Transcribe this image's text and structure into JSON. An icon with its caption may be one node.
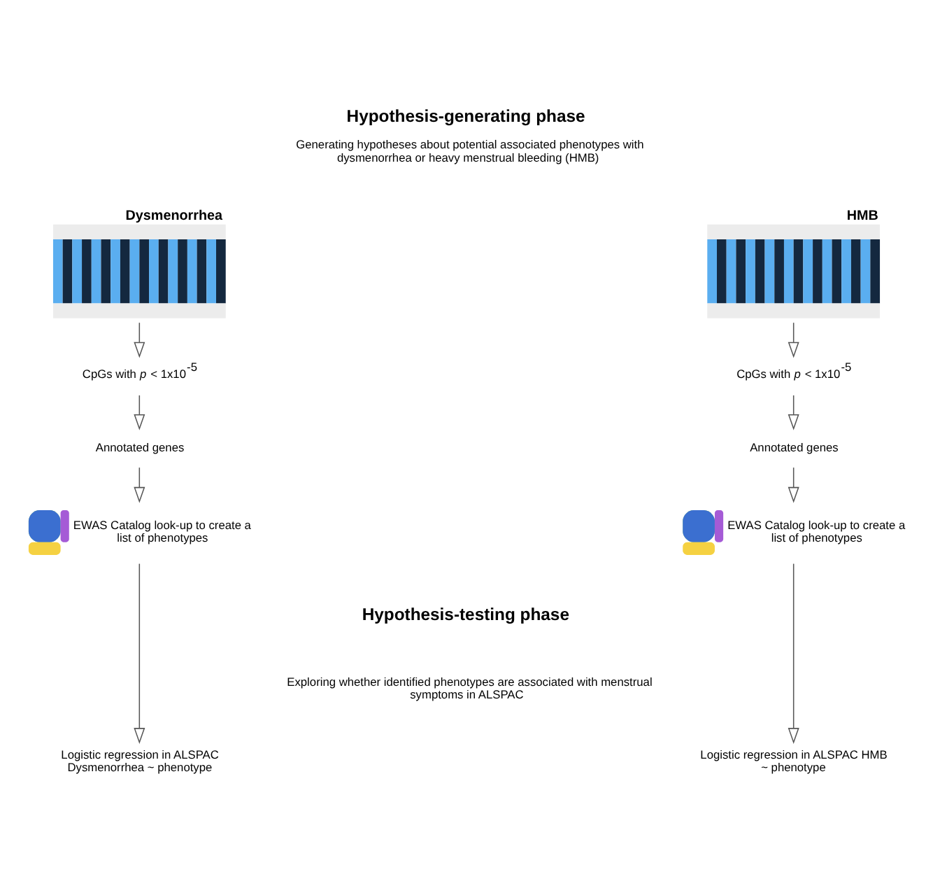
{
  "diagram": {
    "title": "Hypothesis-generating phase",
    "nodes": [
      {
        "text": [
          "Dysmenorrhea"
        ]
      },
      {
        "text": [
          "HMB"
        ]
      },
      {
        "text": [
          "CpGs with *p* < 1x10$^{-5}$"
        ]
      },
      {
        "text": [
          "CpGs with *p* < 1x10$^{-5}$"
        ]
      },
      {
        "text": [
          "Annotated genes"
        ]
      },
      {
        "text": [
          "Annotated genes"
        ]
      },
      {
        "text": [
          "EWAS Catalog look-up to create a list of phenotypes"
        ]
      },
      {
        "text": [
          "EWAS Catalog look-up to create a list of phenotypes"
        ]
      },
      {
        "text": [
          "Logistic regression in ALSPAC Dysmenorrhea ~ phenotype"
        ]
      },
      {
        "text": [
          "Logistic regression in ALSPAC HMB ~ phenotype"
        ]
      }
    ],
    "edges": [
      {
        "from": 0,
        "to": 2,
        "arrow": "to"
      },
      {
        "from": 2,
        "to": 4,
        "arrow": "to"
      },
      {
        "from": 4,
        "to": 6,
        "arrow": "to"
      },
      {
        "from": 6,
        "to": 8,
        "arrow": "to"
      },
      {
        "from": 1,
        "to": 3,
        "arrow": "to"
      },
      {
        "from": 3,
        "to": 5,
        "arrow": "to"
      },
      {
        "from": 5,
        "to": 7,
        "arrow": "to"
      },
      {
        "from": 7,
        "to": 9,
        "arrow": "to"
      }
    ],
    "labels": [
      "Generating hypotheses about potential associated phenotypes with dysmenorrhea or heavy menstrual bleeding (HMB)",
      "Hypothesis-testing phase",
      "Exploring whether identified phenotypes are associated with menstrual symptoms in ALSPAC"
    ]
  }
}
